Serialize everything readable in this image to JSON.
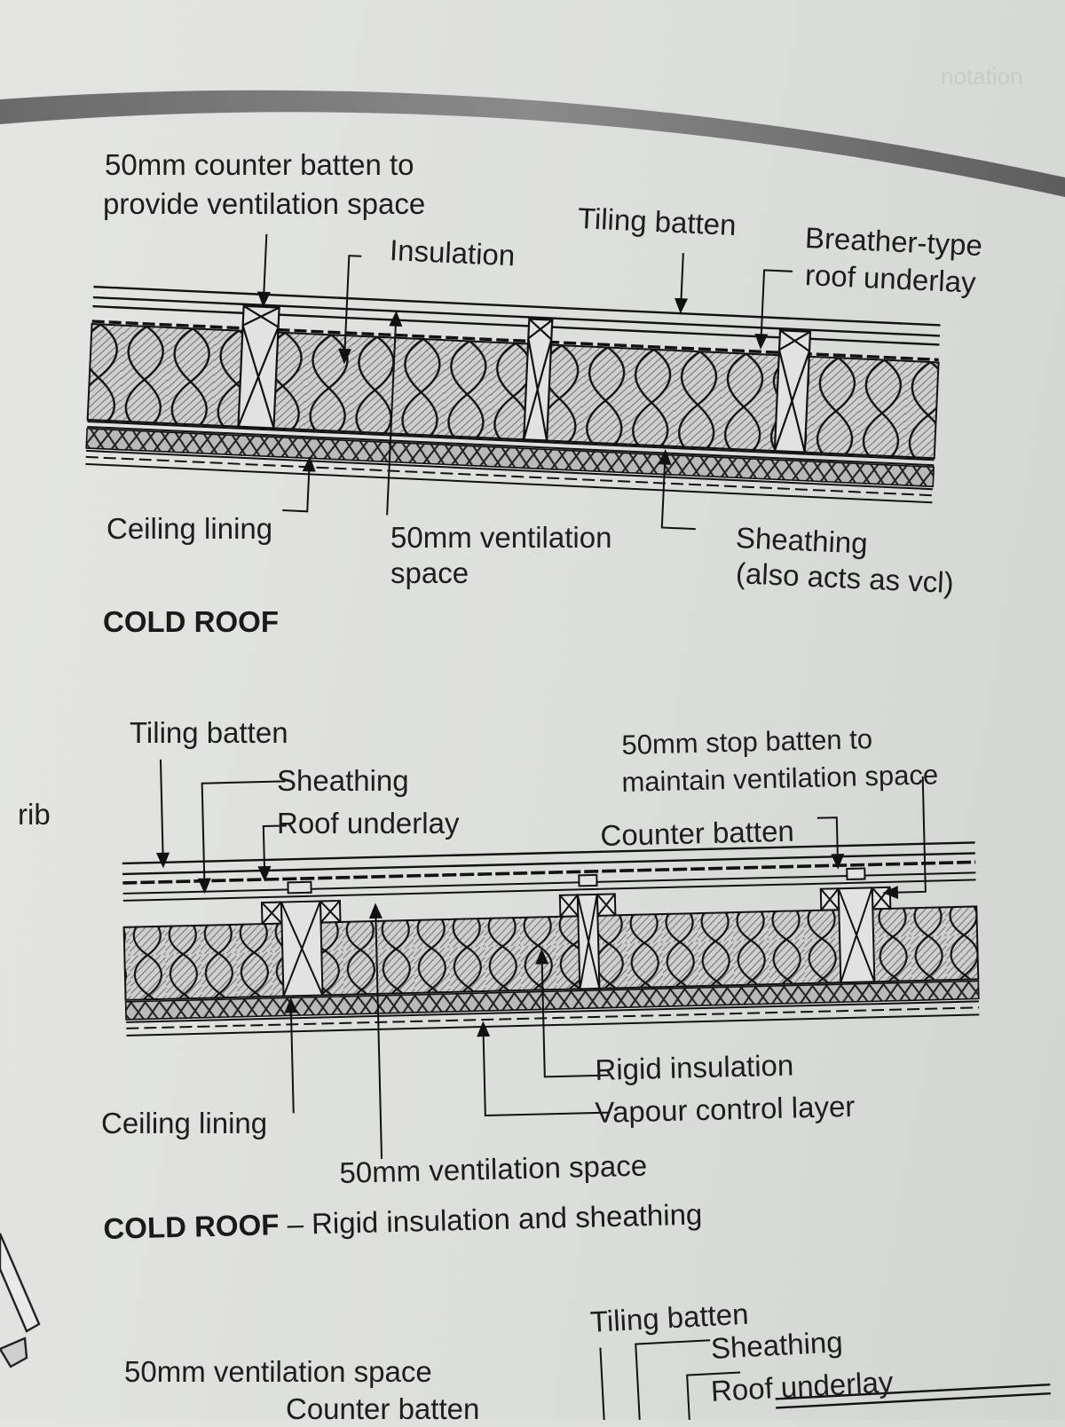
{
  "diagram1": {
    "labels": {
      "counter_batten_line1": "50mm counter batten to",
      "counter_batten_line2": "provide ventilation space",
      "insulation": "Insulation",
      "tiling_batten": "Tiling batten",
      "breather_line1": "Breather-type",
      "breather_line2": "roof underlay",
      "ceiling_lining": "Ceiling lining",
      "ventilation_line1": "50mm ventilation",
      "ventilation_line2": "space",
      "sheathing_line1": "Sheathing",
      "sheathing_line2": "(also acts as vcl)"
    },
    "title": "COLD ROOF"
  },
  "diagram2": {
    "labels": {
      "tiling_batten": "Tiling batten",
      "sheathing": "Sheathing",
      "roof_underlay": "Roof underlay",
      "stop_batten_line1": "50mm stop batten to",
      "stop_batten_line2": "maintain ventilation space",
      "counter_batten": "Counter batten",
      "rigid_insulation": "Rigid insulation",
      "vapour_control_layer": "Vapour control layer",
      "ceiling_lining": "Ceiling lining",
      "ventilation_space": "50mm ventilation space"
    },
    "title": "COLD ROOF",
    "subtitle": " – Rigid insulation and sheathing"
  },
  "diagram3": {
    "labels": {
      "tiling_batten": "Tiling batten",
      "sheathing": "Sheathing",
      "roof_underlay": "Roof underlay",
      "ventilation_space": "50mm ventilation space",
      "counter_batten": "Counter batten"
    }
  },
  "margin": {
    "left_fragment": "rib",
    "corner_fragment": "notation"
  }
}
